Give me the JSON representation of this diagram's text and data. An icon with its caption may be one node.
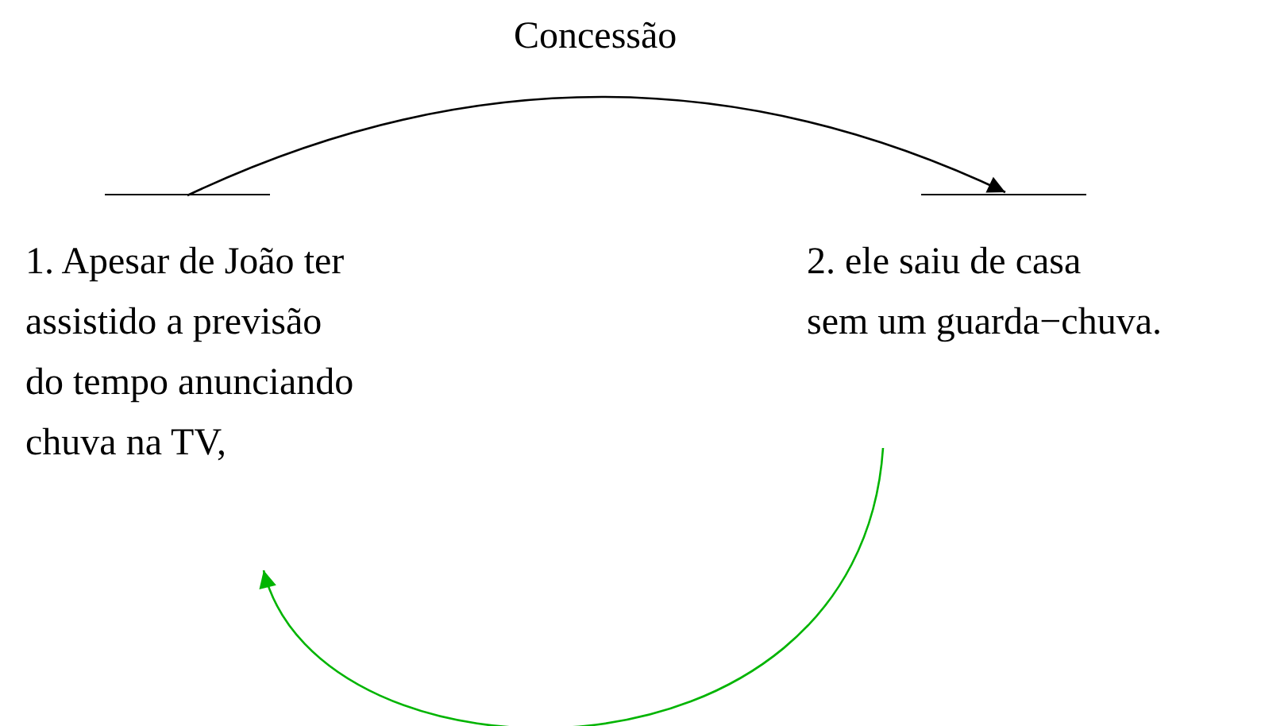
{
  "diagram": {
    "nodes": [
      {
        "text": [
          "1. Apesar de João ter assistido a previsão do tempo anunciando chuva na TV,"
        ]
      },
      {
        "text": [
          "2. ele saiu de casa sem um guarda−chuva."
        ]
      }
    ],
    "edges": [
      {
        "from": 0,
        "to": 1,
        "arrow": "to",
        "label": "Concessão"
      },
      {
        "from": 1,
        "to": 0,
        "arrow": "to",
        "color": "#00b400"
      }
    ]
  }
}
